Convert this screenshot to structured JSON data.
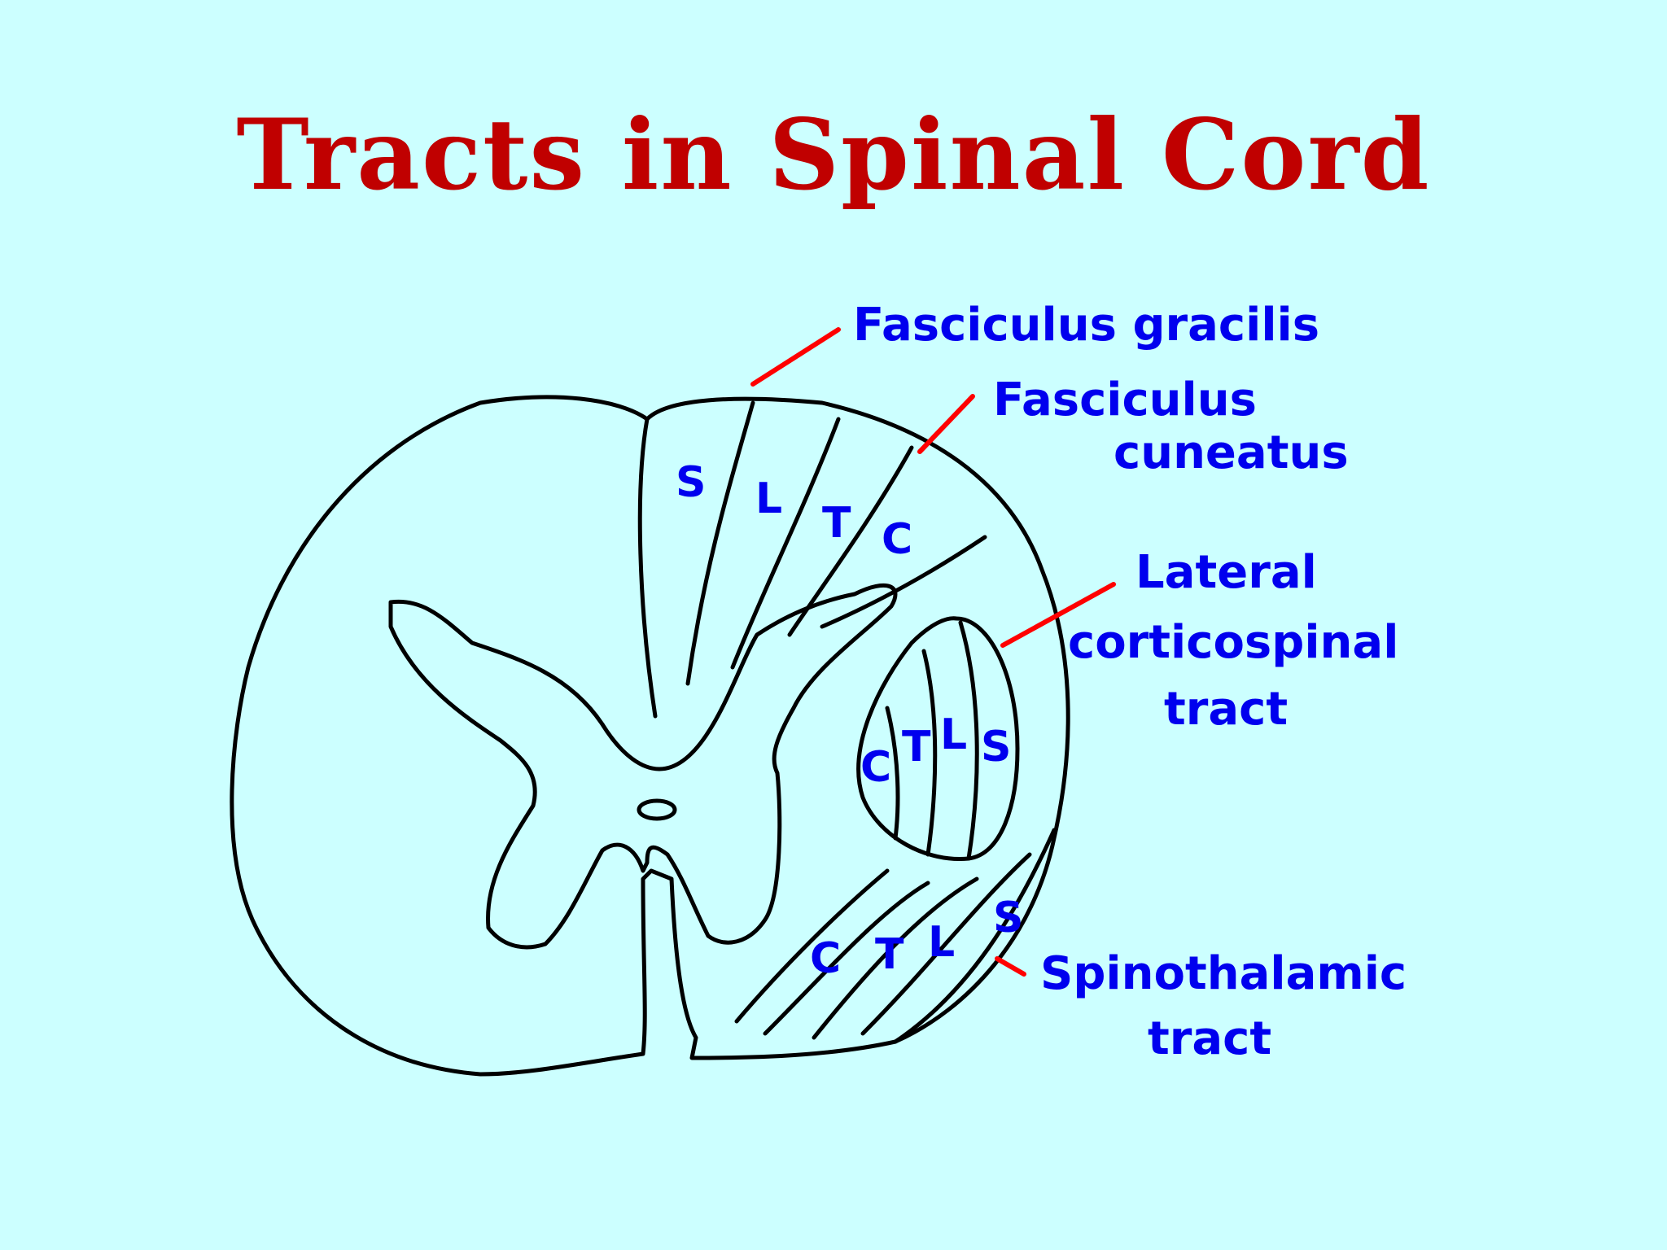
{
  "title": "Tracts in Spinal Cord",
  "colors": {
    "background": "#ccffff",
    "title": "#c00000",
    "label": "#0000ee",
    "pointer": "#ff0000",
    "outline": "#000000"
  },
  "labels": {
    "fasciculus_gracilis": "Fasciculus gracilis",
    "fasciculus_cuneatus": [
      "Fasciculus",
      "cuneatus"
    ],
    "lateral_corticospinal": [
      "Lateral",
      "corticospinal",
      "tract"
    ],
    "spinothalamic": [
      "Spinothalamic",
      "tract"
    ]
  },
  "segments": {
    "dorsal": [
      "S",
      "L",
      "T",
      "C"
    ],
    "corticospinal": [
      "C",
      "T",
      "L",
      "S"
    ],
    "spinothalamic": [
      "C",
      "T",
      "L",
      "S"
    ]
  }
}
